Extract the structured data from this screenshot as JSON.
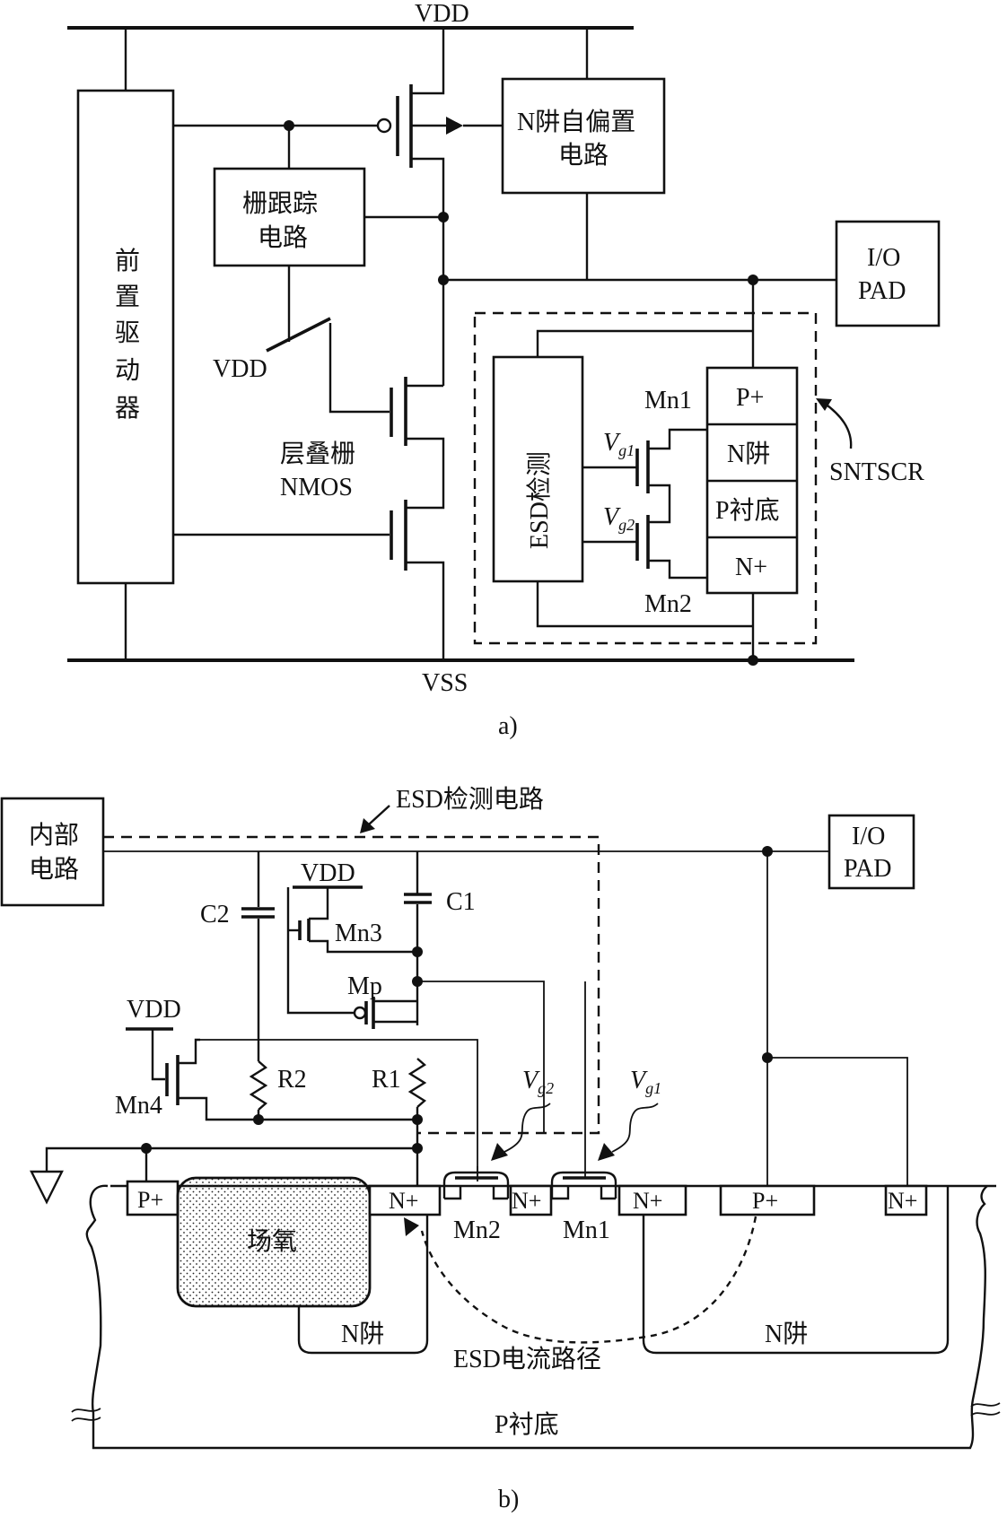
{
  "figure_a": {
    "caption": "a)",
    "vdd_rail": "VDD",
    "vss_rail": "VSS",
    "pre_driver": [
      "前",
      "置",
      "驱",
      "动",
      "器"
    ],
    "gate_tracking": [
      "栅跟踪",
      "电路"
    ],
    "nwell_bias": [
      "N阱自偏置",
      "电路"
    ],
    "io_pad": [
      "I/O",
      "PAD"
    ],
    "vdd_local": "VDD",
    "stacked_gate": [
      "层叠栅",
      "NMOS"
    ],
    "esd_detect": "ESD检测",
    "mn1": "Mn1",
    "mn2": "Mn2",
    "vg1": {
      "main": "V",
      "sub": "g1"
    },
    "vg2": {
      "main": "V",
      "sub": "g2"
    },
    "scr_regions": [
      "P+",
      "N阱",
      "P衬底",
      "N+"
    ],
    "sntscr": "SNTSCR"
  },
  "figure_b": {
    "caption": "b)",
    "internal_circuit": [
      "内部",
      "电路"
    ],
    "esd_detect_circuit": "ESD检测电路",
    "io_pad": [
      "I/O",
      "PAD"
    ],
    "vdd_mn3": "VDD",
    "vdd_mn4": "VDD",
    "c1": "C1",
    "c2": "C2",
    "mn3": "Mn3",
    "mp": "Mp",
    "mn4": "Mn4",
    "r1": "R1",
    "r2": "R2",
    "vg1": {
      "main": "V",
      "sub": "g1"
    },
    "vg2": {
      "main": "V",
      "sub": "g2"
    },
    "diffusions": [
      "P+",
      "N+",
      "N+",
      "N+",
      "P+",
      "N+"
    ],
    "field_oxide": "场氧",
    "mn2": "Mn2",
    "mn1": "Mn1",
    "nwell_left": "N阱",
    "nwell_right": "N阱",
    "esd_current_path": "ESD电流路径",
    "p_substrate": "P衬底"
  }
}
